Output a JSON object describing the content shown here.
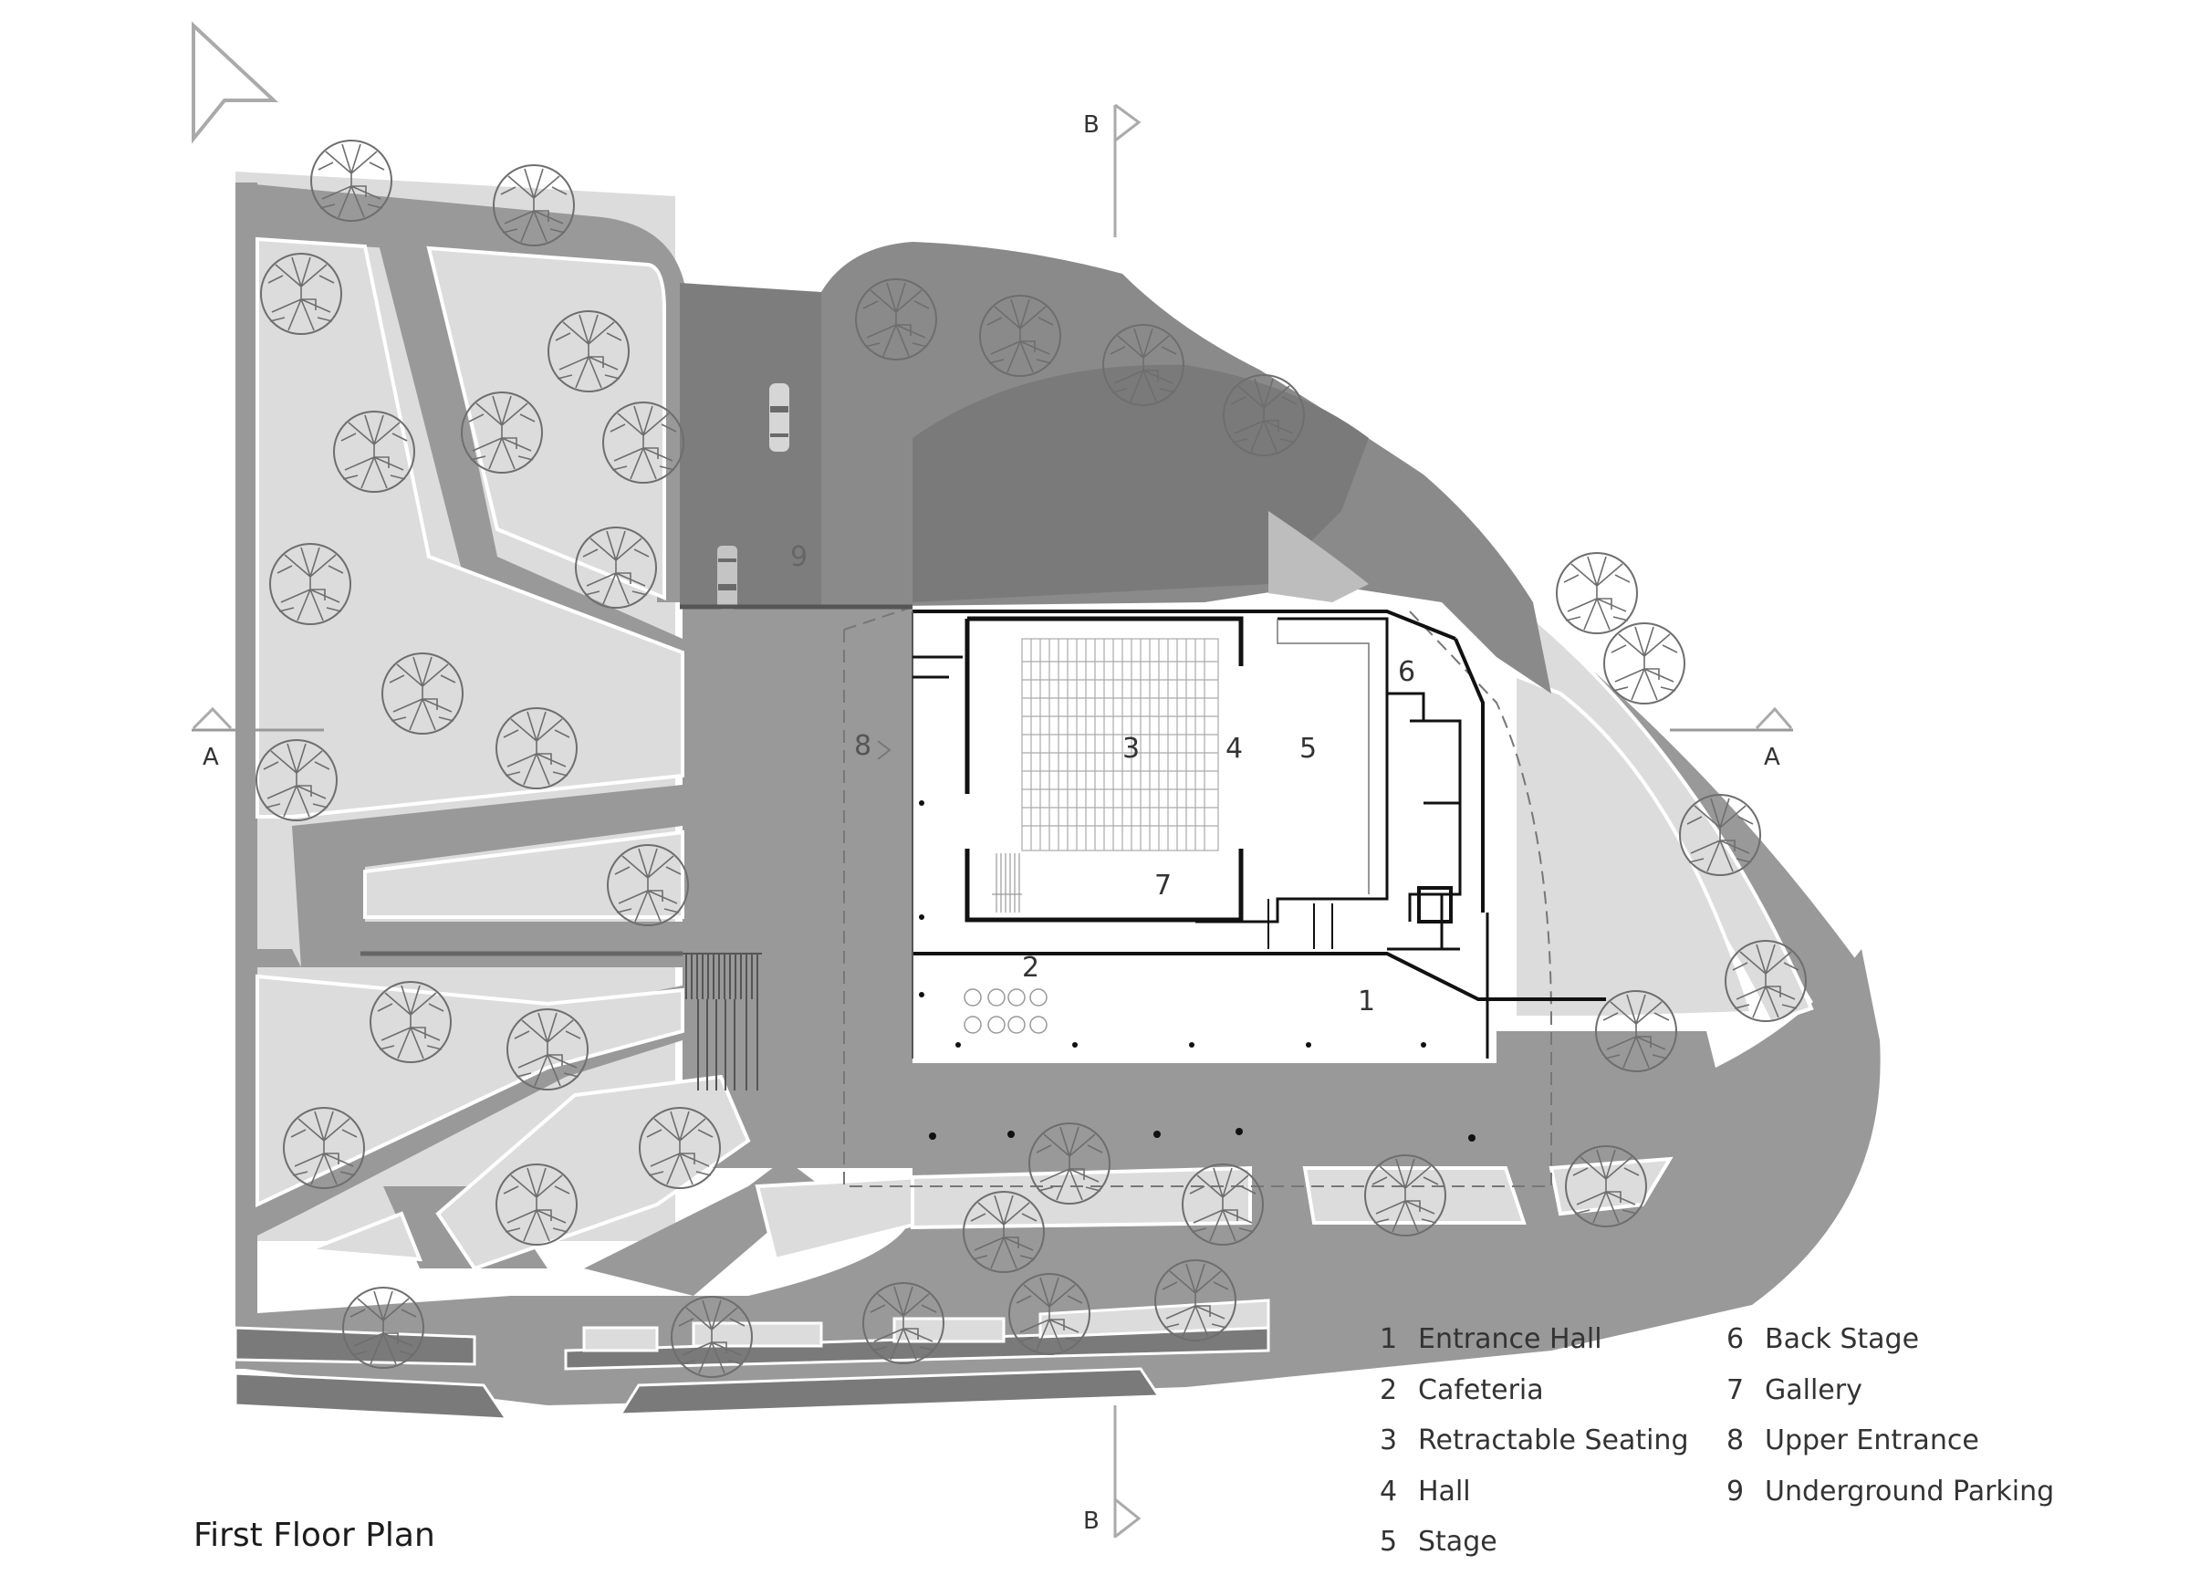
{
  "drawing": {
    "title": "First Floor Plan",
    "north_arrow": "north-arrow-icon",
    "section_markers": {
      "A_left": "A",
      "A_right": "A",
      "B_top": "B",
      "B_bottom": "B"
    },
    "room_tags": {
      "r1": "1",
      "r2": "2",
      "r3": "3",
      "r4": "4",
      "r5": "5",
      "r6": "6",
      "r7": "7",
      "r8": "8",
      "r9": "9"
    },
    "colors": {
      "background": "#ffffff",
      "lawn": "#dcdcdc",
      "paving": "#999999",
      "roof_overlay": "#8a8a8a",
      "parking_dark": "#7d7d7d",
      "building_floor": "#ffffff",
      "walls": "#111111",
      "tree_outline": "#6e6e6e"
    }
  },
  "legend": {
    "col1": [
      {
        "num": "1",
        "label": "Entrance Hall"
      },
      {
        "num": "2",
        "label": "Cafeteria"
      },
      {
        "num": "3",
        "label": "Retractable Seating"
      },
      {
        "num": "4",
        "label": "Hall"
      },
      {
        "num": "5",
        "label": "Stage"
      }
    ],
    "col2": [
      {
        "num": "6",
        "label": "Back Stage"
      },
      {
        "num": "7",
        "label": "Gallery"
      },
      {
        "num": "8",
        "label": "Upper Entrance"
      },
      {
        "num": "9",
        "label": "Underground Parking"
      }
    ]
  }
}
